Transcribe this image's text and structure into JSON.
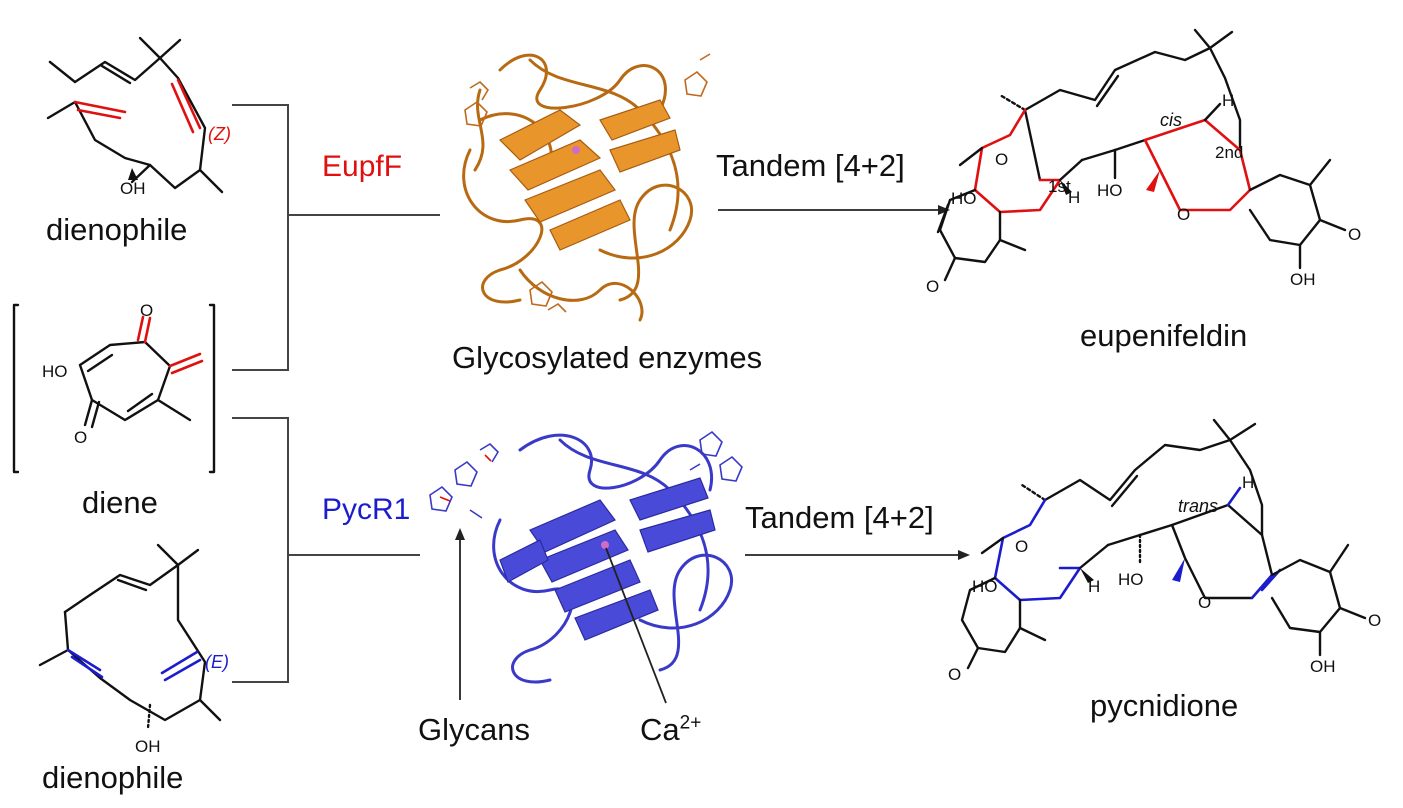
{
  "labels": {
    "dienophile_top": "dienophile",
    "diene": "diene",
    "dienophile_bottom": "dienophile",
    "enzyme_top": "EupfF",
    "enzyme_bottom": "PycR1",
    "glycosylated": "Glycosylated enzymes",
    "reaction_top": "Tandem [4+2]",
    "reaction_bottom": "Tandem [4+2]",
    "product_top": "eupenifeldin",
    "product_bottom": "pycnidione",
    "glycans": "Glycans",
    "calcium": "Ca",
    "calcium_charge": "2+"
  },
  "atoms": {
    "oh": "OH",
    "ho": "HO",
    "o": "O",
    "h": "H",
    "z_geom": "(Z)",
    "e_geom": "(E)",
    "first": "1st",
    "second": "2nd",
    "cis": "cis",
    "trans": "trans"
  },
  "colors": {
    "eupf": "#e01010",
    "pycr": "#1c1ccf",
    "protein_orange": "#e8962c",
    "protein_blue": "#4a4ad8",
    "black": "#111111"
  }
}
